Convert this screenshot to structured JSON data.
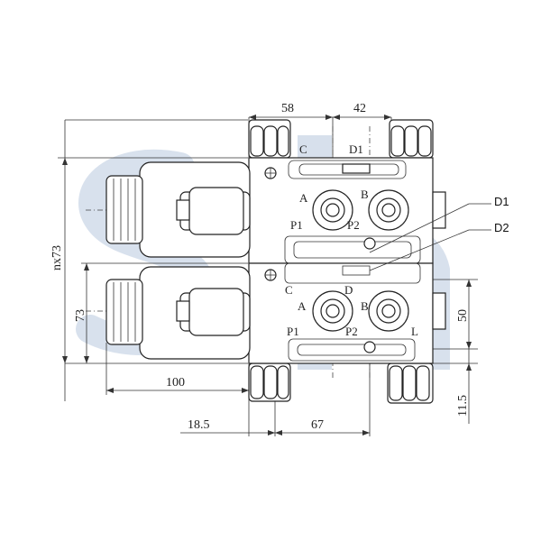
{
  "drawing": {
    "dimensions": {
      "top_left": "58",
      "top_right": "42",
      "left_outer": "nx73",
      "left_inner": "73",
      "bottom_width": "100",
      "bottom_offset": "18.5",
      "bottom_ports": "67",
      "right_spacing": "50",
      "right_bottom": "11.5"
    },
    "port_labels": {
      "C_top": "C",
      "D1_top": "D1",
      "A_top": "A",
      "B_top": "B",
      "P1_top": "P1",
      "P2_top": "P2",
      "C_bottom": "C",
      "D_bottom": "D",
      "A_bottom": "A",
      "B_bottom": "B",
      "P1_bottom": "P1",
      "P2_bottom": "P2",
      "L_bottom": "L"
    },
    "callouts": {
      "d1": "D1",
      "d2": "D2"
    },
    "watermark": "Sh"
  },
  "colors": {
    "watermark": "#b8c8de",
    "line": "#222222"
  }
}
